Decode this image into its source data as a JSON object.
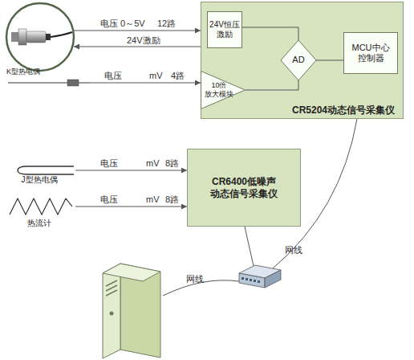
{
  "diagram": {
    "nodes": [
      {
        "text": [
          "CR5204动态信号采集仪"
        ]
      },
      {
        "text": [
          "24V恒压 激励"
        ],
        "in": 0
      },
      {
        "text": [
          "AD"
        ],
        "in": 0
      },
      {
        "text": [
          "MCU中心 控制器"
        ],
        "in": 0
      },
      {
        "text": [
          "10倍 放大模块"
        ],
        "in": 0
      },
      {
        "text": [
          "K型热电偶"
        ]
      },
      {
        "text": [
          "J型热电偶"
        ]
      },
      {
        "text": [
          "热流计"
        ]
      },
      {
        "text": [
          "CR6400低噪声 动态信号采集仪"
        ]
      }
    ],
    "edges": [
      {
        "from": 5,
        "to": 4,
        "arrow": "to"
      },
      {
        "from": 1,
        "to": 2,
        "arrow": "none"
      },
      {
        "from": 4,
        "to": 2,
        "arrow": "none"
      },
      {
        "from": 2,
        "to": 3,
        "arrow": "none"
      },
      {
        "from": 6,
        "to": 8,
        "arrow": "to"
      },
      {
        "from": 7,
        "to": 8,
        "arrow": "to"
      }
    ],
    "labels": [
      "电压 0～5V",
      "12路",
      "24V激励",
      "电压",
      "mV",
      "4路",
      "电压",
      "mV",
      "8路",
      "电压",
      "mV",
      "8路",
      "网线",
      "网线"
    ]
  }
}
